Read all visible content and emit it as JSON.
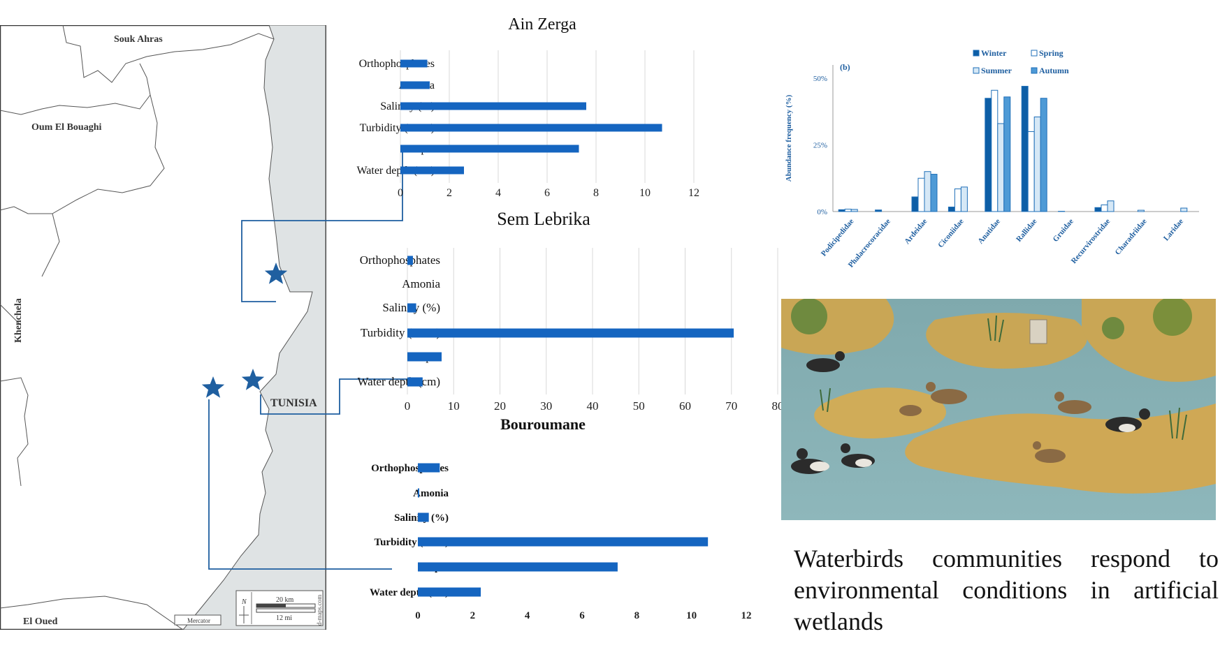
{
  "map": {
    "regions": {
      "souk_ahras": "Souk Ahras",
      "oum_el_bouaghi": "Oum El Bouaghi",
      "khenchela": "Khenchela",
      "el_oued": "El Oued",
      "tunisia": "TUNISIA"
    },
    "scale_km": "20 km",
    "scale_mi": "12 mi",
    "north_label": "N",
    "projection": "Mercator",
    "credit": "d-maps.com",
    "marker_color": "#1f5fa0",
    "land_color": "#ffffff",
    "neighbor_color": "#dfe3e4"
  },
  "caption": "Waterbirds communities respond to environmental conditions in artificial wetlands",
  "chart_data": [
    {
      "type": "bar",
      "orientation": "horizontal",
      "title": "Ain Zerga",
      "categories": [
        "Orthophosphates",
        "Amonia",
        "Salinity (%)",
        "Turbidity (NTU)",
        "pH",
        "Water depth (cm)"
      ],
      "values": [
        1.1,
        1.2,
        7.6,
        10.7,
        7.3,
        2.6
      ],
      "xlim": [
        0,
        12
      ],
      "xticks": [
        "0",
        "2",
        "4",
        "6",
        "8",
        "10",
        "12"
      ],
      "grid": true,
      "color": "#1565c0"
    },
    {
      "type": "bar",
      "orientation": "horizontal",
      "title": "Sem Lebrika",
      "categories": [
        "Orthophosphates",
        "Amonia",
        "Salinity (%)",
        "Turbidity (NTU)",
        "pH",
        "Water depth (cm)"
      ],
      "values": [
        1.2,
        0,
        1.9,
        70.5,
        7.4,
        3.3
      ],
      "xlim": [
        0,
        80
      ],
      "xticks": [
        "0",
        "10",
        "20",
        "30",
        "40",
        "50",
        "60",
        "70",
        "80"
      ],
      "grid": true,
      "color": "#1565c0"
    },
    {
      "type": "bar",
      "orientation": "horizontal",
      "title": "Bouroumane",
      "categories": [
        "Orthophosphates",
        "Amonia",
        "Salinity (%)",
        "Turbidity (NTU)",
        "pH",
        "Water depth (cm)"
      ],
      "values": [
        0.8,
        0.05,
        0.4,
        10.6,
        7.3,
        2.3
      ],
      "xlim": [
        0,
        12
      ],
      "xticks": [
        "0",
        "2",
        "4",
        "6",
        "8",
        "10",
        "12"
      ],
      "grid": false,
      "color": "#1565c0"
    },
    {
      "type": "bar",
      "panel_label": "(b)",
      "ylabel": "Abundance frequency (%)",
      "ylim": [
        0,
        55
      ],
      "yticks": [
        "0%",
        "25%",
        "50%"
      ],
      "categories": [
        "Podicipedidae",
        "Phalacrocoracidae",
        "Ardeidae",
        "Ciconiidae",
        "Anatidae",
        "Rallidae",
        "Gruidae",
        "Recurvirostridae",
        "Charadriidae",
        "Laridae"
      ],
      "series": [
        {
          "name": "Winter",
          "color": "#0d5ea6",
          "values": [
            0.7,
            0.6,
            5.5,
            1.7,
            42.5,
            47.0,
            0.1,
            1.5,
            0,
            0
          ]
        },
        {
          "name": "Spring",
          "color": "#ffffff",
          "values": [
            0.9,
            0,
            12.5,
            8.5,
            45.5,
            30.0,
            0,
            2.5,
            0.5,
            0
          ]
        },
        {
          "name": "Summer",
          "color": "#d6e8f6",
          "values": [
            0.8,
            0,
            15.0,
            9.2,
            33.0,
            35.5,
            0,
            4.0,
            0,
            1.3
          ]
        },
        {
          "name": "Autumn",
          "color": "#4e9ad6",
          "values": [
            0,
            0,
            14.0,
            0,
            43.0,
            42.5,
            0,
            0,
            0,
            0
          ]
        }
      ],
      "legend": "top-right"
    }
  ]
}
